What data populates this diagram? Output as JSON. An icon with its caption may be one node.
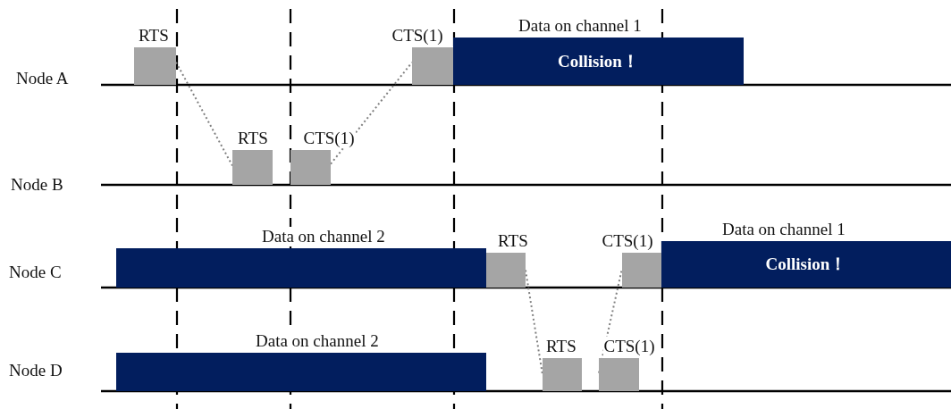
{
  "diagram": {
    "nodes": [
      {
        "text": [
          "RTS"
        ]
      },
      {
        "text": [
          "CTS(1)"
        ]
      },
      {
        "text": [
          "Data on channel 1",
          "Collision！"
        ]
      },
      {
        "text": [
          "RTS"
        ]
      },
      {
        "text": [
          "CTS(1)"
        ]
      },
      {
        "text": [
          "Data on channel 2"
        ]
      },
      {
        "text": [
          "RTS"
        ]
      },
      {
        "text": [
          "CTS(1)"
        ]
      },
      {
        "text": [
          "Data on channel 1",
          "Collision！"
        ]
      },
      {
        "text": [
          "Data on channel 2"
        ]
      },
      {
        "text": [
          "RTS"
        ]
      },
      {
        "text": [
          "CTS(1)"
        ]
      }
    ],
    "edges": [
      {
        "from": 0,
        "to": 3,
        "arrow": "none",
        "style": "dashed"
      },
      {
        "from": 4,
        "to": 1,
        "arrow": "none",
        "style": "dashed"
      },
      {
        "from": 6,
        "to": 10,
        "arrow": "none",
        "style": "dashed"
      },
      {
        "from": 11,
        "to": 7,
        "arrow": "none",
        "style": "dashed"
      }
    ],
    "labels": [
      "Node A",
      "Node B",
      "Node C",
      "Node D"
    ]
  }
}
